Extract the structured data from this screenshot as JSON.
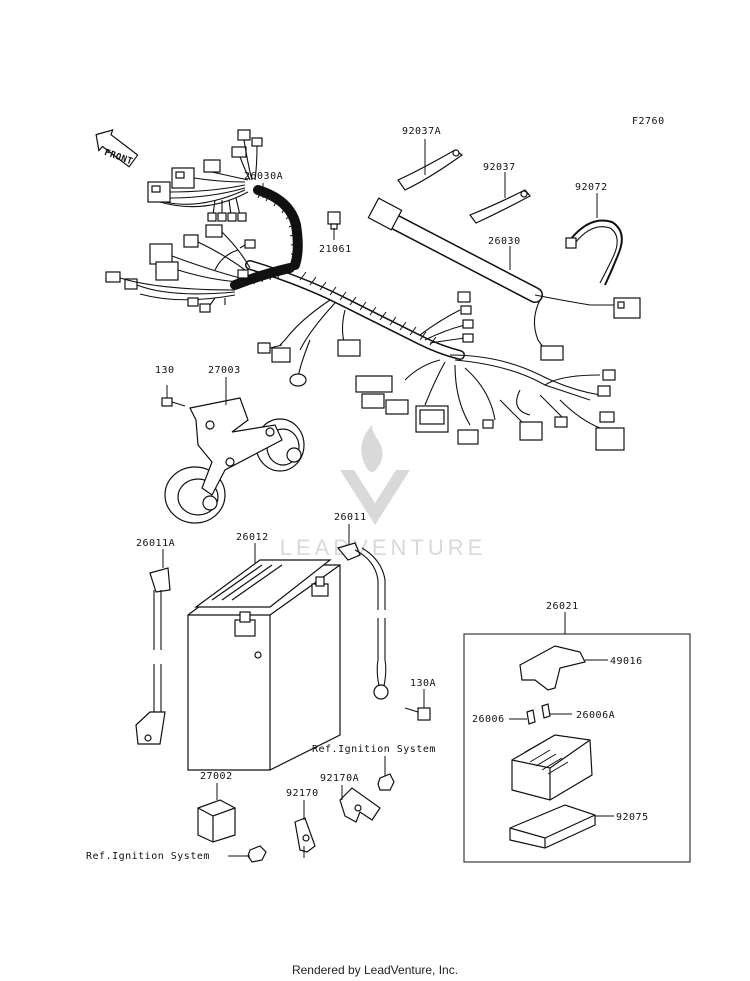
{
  "diagram_id": "F2760",
  "front_label": "FRONT",
  "watermark": "LEADVENTURE",
  "footer": "Rendered by LeadVenture, Inc.",
  "callouts": {
    "p92037A": "92037A",
    "p92037": "92037",
    "p92072": "92072",
    "p26030A": "26030A",
    "p21061": "21061",
    "p26030": "26030",
    "p130": "130",
    "p27003": "27003",
    "p26011A": "26011A",
    "p26012": "26012",
    "p26011": "26011",
    "p26021": "26021",
    "p49016": "49016",
    "p130A": "130A",
    "p26006": "26006",
    "p26006A": "26006A",
    "p92075": "92075",
    "p27002": "27002",
    "p92170A": "92170A",
    "p92170": "92170",
    "ref_ignition_1": "Ref.Ignition System",
    "ref_ignition_2": "Ref.Ignition System"
  }
}
